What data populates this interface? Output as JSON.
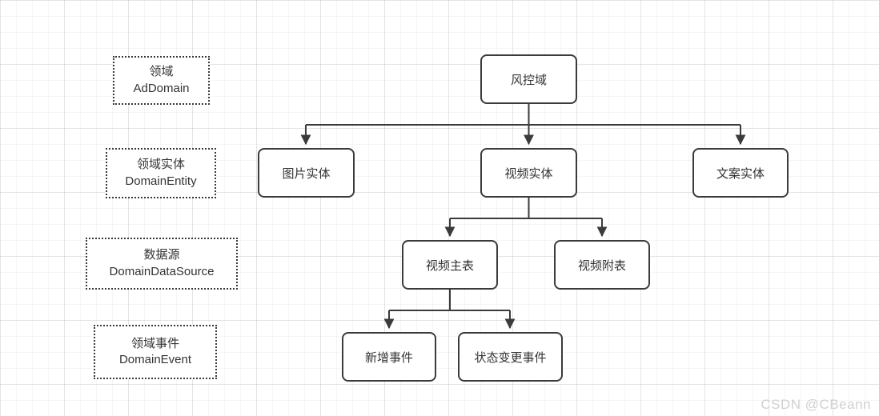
{
  "watermark": "CSDN @CBeann",
  "colors": {
    "line": "#3b3b3b",
    "node_border": "#3b3b3b",
    "text": "#333333",
    "watermark": "#d0d0d0",
    "background": "#ffffff"
  },
  "legend": {
    "items": [
      {
        "zh": "领域",
        "en": "AdDomain"
      },
      {
        "zh": "领域实体",
        "en": "DomainEntity"
      },
      {
        "zh": "数据源",
        "en": "DomainDataSource"
      },
      {
        "zh": "领域事件",
        "en": "DomainEvent"
      }
    ]
  },
  "diagram": {
    "nodes": [
      {
        "id": "root",
        "label": "风控域"
      },
      {
        "id": "img-entity",
        "label": "图片实体"
      },
      {
        "id": "video-entity",
        "label": "视频实体"
      },
      {
        "id": "copy-entity",
        "label": "文案实体"
      },
      {
        "id": "video-main",
        "label": "视频主表"
      },
      {
        "id": "video-attach",
        "label": "视频附表"
      },
      {
        "id": "add-event",
        "label": "新增事件"
      },
      {
        "id": "status-event",
        "label": "状态变更事件"
      }
    ],
    "edges": [
      {
        "from": "风控域",
        "to": "图片实体"
      },
      {
        "from": "风控域",
        "to": "视频实体"
      },
      {
        "from": "风控域",
        "to": "文案实体"
      },
      {
        "from": "视频实体",
        "to": "视频主表"
      },
      {
        "from": "视频实体",
        "to": "视频附表"
      },
      {
        "from": "视频主表",
        "to": "新增事件"
      },
      {
        "from": "视频主表",
        "to": "状态变更事件"
      }
    ]
  }
}
